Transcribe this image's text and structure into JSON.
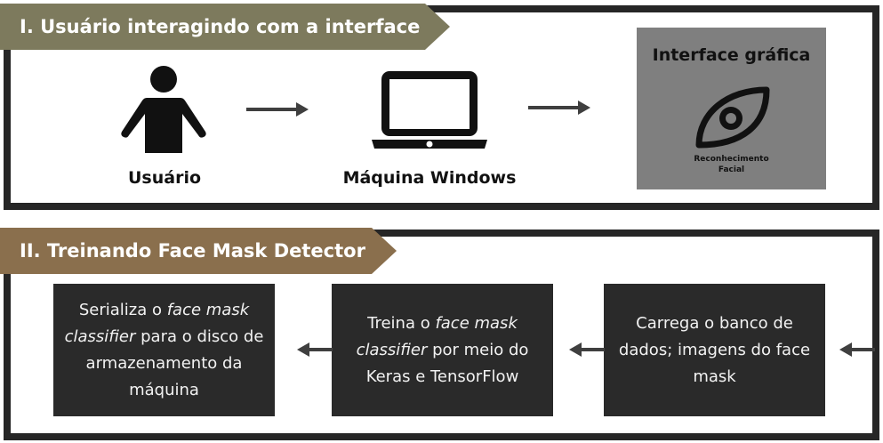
{
  "section1": {
    "title": "I. Usuário interagindo com a interface",
    "user_label": "Usuário",
    "machine_label": "Máquina Windows",
    "gui_title": "Interface gráfica",
    "logo_line1": "Reconhecimento",
    "logo_line2": "Facial"
  },
  "section2": {
    "title": "II. Treinando Face Mask Detector",
    "step1": {
      "text": "Carrega o banco de dados; imagens do face mask"
    },
    "step2": {
      "pre": "Treina o ",
      "italic": "face mask classifier",
      "post": " por meio do Keras e TensorFlow"
    },
    "step3": {
      "pre": "Serializa o ",
      "italic": "face mask classifier",
      "post": " para o disco de armazenamento da máquina"
    }
  },
  "colors": {
    "banner1": "#7d7a5d",
    "banner2": "#8a6f4d",
    "border": "#262626",
    "step_box": "#2a2a2a",
    "gui_box": "#7f7f7f",
    "arrow": "#3f3f3f"
  }
}
